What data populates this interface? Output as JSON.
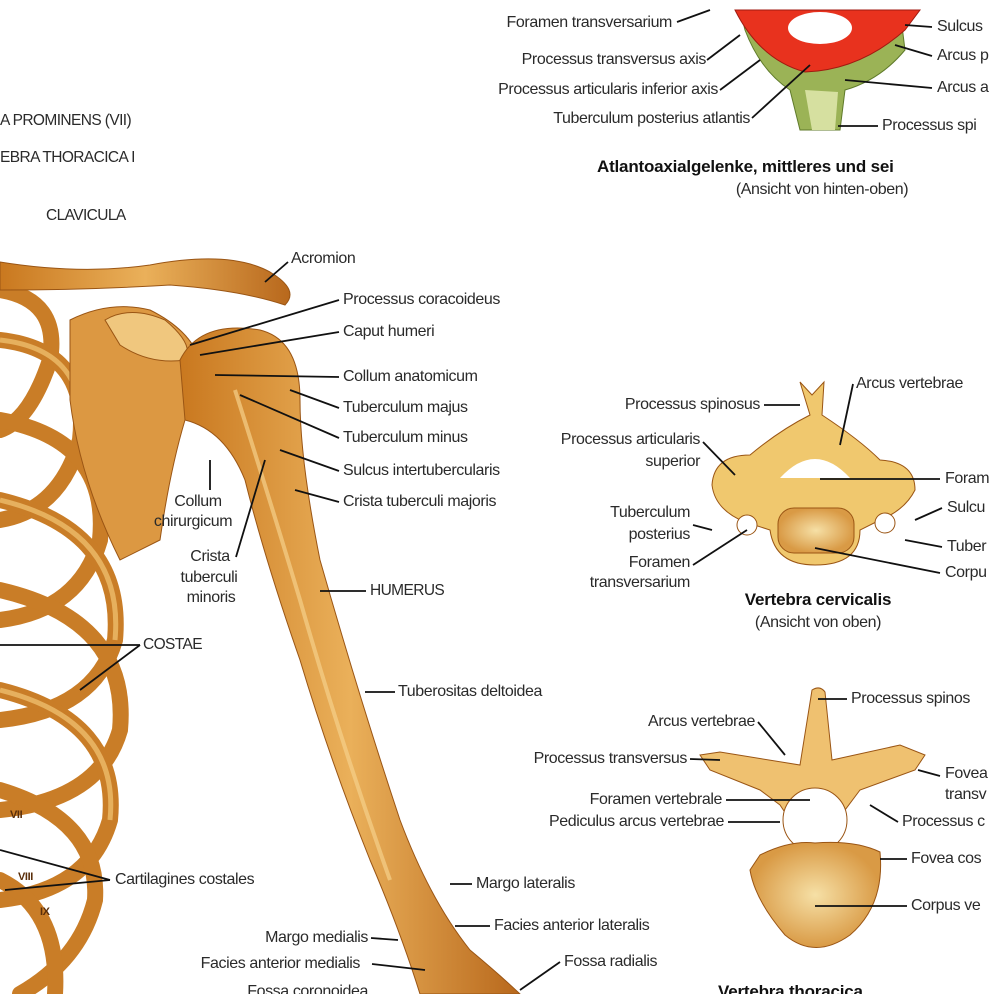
{
  "atlantoaxial": {
    "title": "Atlantoaxialgelenke, mittleres und sei",
    "subtitle": "(Ansicht von hinten-oben)",
    "labels_left": [
      "Foramen transversarium",
      "Processus transversus axis",
      "Processus articularis inferior axis",
      "Tuberculum posterius atlantis"
    ],
    "labels_right": [
      "Sulcus",
      "Arcus p",
      "Arcus a",
      "Processus spi"
    ]
  },
  "skeleton": {
    "headers": [
      "A PROMINENS (VII)",
      "EBRA THORACICA I",
      "CLAVICULA"
    ],
    "shoulder_labels": [
      "Acromion",
      "Processus coracoideus",
      "Caput humeri",
      "Collum anatomicum",
      "Tuberculum majus",
      "Tuberculum minus",
      "Sulcus intertubercularis",
      "Crista tuberculi majoris"
    ],
    "collum_chirurgicum": [
      "Collum",
      "chirurgicum"
    ],
    "crista_minoris": [
      "Crista",
      "tuberculi",
      "minoris"
    ],
    "humerus": "HUMERUS",
    "costae": "COSTAE",
    "tuberositas": "Tuberositas deltoidea",
    "cartilagines": "Cartilagines costales",
    "rib_numerals": [
      "VII",
      "VIII",
      "IX"
    ],
    "distal_labels": [
      "Margo lateralis",
      "Facies anterior lateralis",
      "Margo medialis",
      "Facies anterior medialis",
      "Fossa radialis",
      "Fossa coronoidea"
    ]
  },
  "cervical": {
    "title": "Vertebra cervicalis",
    "subtitle": "(Ansicht von oben)",
    "processus_spinosus": "Processus spinosus",
    "arcus_vertebrae": "Arcus vertebrae",
    "proc_articularis": [
      "Processus articularis",
      "superior"
    ],
    "tuberculum_posterius": [
      "Tuberculum",
      "posterius"
    ],
    "foramen_transversarium": [
      "Foramen",
      "transversarium"
    ],
    "labels_right": [
      "Foram",
      "Sulcu",
      "Tuber",
      "Corpu"
    ]
  },
  "thoracic": {
    "title": "Vertebra thoracica",
    "processus_spinosus": "Processus spinos",
    "arcus_vertebrae": "Arcus vertebrae",
    "processus_transversus": "Processus transversus",
    "foramen_vertebrale": "Foramen vertebrale",
    "pediculus": "Pediculus arcus vertebrae",
    "fovea_transv": [
      "Fovea",
      "transv"
    ],
    "processus_c": "Processus c",
    "fovea_cos": "Fovea cos",
    "corpus": "Corpus ve"
  },
  "colors": {
    "bone": "#e4a24a",
    "bone_dark": "#b8681c",
    "bone_light": "#f3d79a",
    "atlas_red": "#e8321e",
    "axis_green": "#8fa94a"
  }
}
